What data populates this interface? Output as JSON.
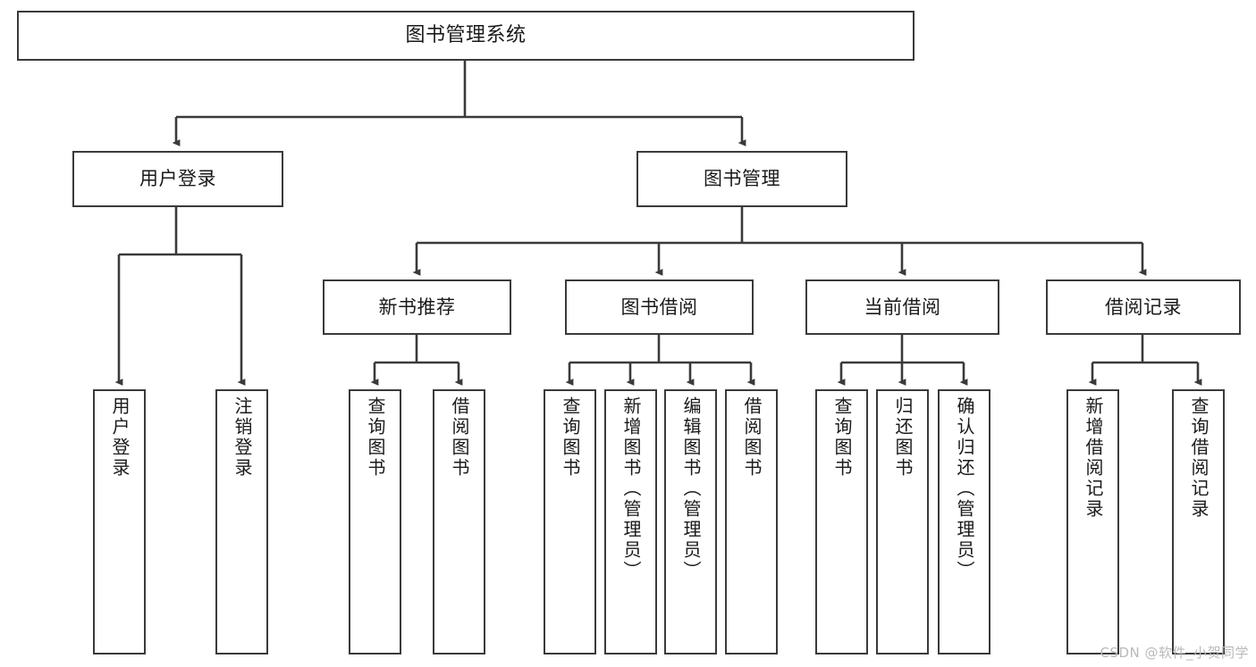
{
  "diagram": {
    "title": "图书管理系统",
    "type": "tree-hierarchy-diagram",
    "root": {
      "label": "图书管理系统"
    },
    "level2": [
      {
        "label": "用户登录"
      },
      {
        "label": "图书管理"
      }
    ],
    "level3": [
      {
        "label": "新书推荐"
      },
      {
        "label": "图书借阅"
      },
      {
        "label": "当前借阅"
      },
      {
        "label": "借阅记录"
      }
    ],
    "leaves": {
      "user_login": [
        {
          "label": "用户登录"
        },
        {
          "label": "注销登录"
        }
      ],
      "new_book_recommend": [
        {
          "label": "查询图书"
        },
        {
          "label": "借阅图书"
        }
      ],
      "book_borrow": [
        {
          "label": "查询图书"
        },
        {
          "label": "新增图书（管理员）"
        },
        {
          "label": "编辑图书（管理员）"
        },
        {
          "label": "借阅图书"
        }
      ],
      "current_borrow": [
        {
          "label": "查询图书"
        },
        {
          "label": "归还图书"
        },
        {
          "label": "确认归还（管理员）"
        }
      ],
      "borrow_record": [
        {
          "label": "新增借阅记录"
        },
        {
          "label": "查询借阅记录"
        }
      ]
    },
    "colors": {
      "stroke": "#3a3a3a",
      "fill": "#ffffff",
      "text": "#1a1a1a",
      "watermark": "#b9b9b9"
    }
  },
  "watermark": {
    "text": "CSDN @软件_小贺同学"
  }
}
